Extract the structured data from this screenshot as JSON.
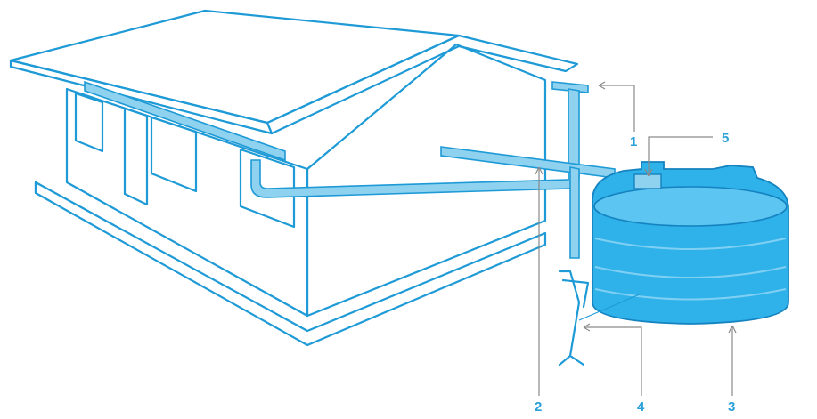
{
  "callouts": [
    {
      "id": "1",
      "label": "1"
    },
    {
      "id": "2",
      "label": "2"
    },
    {
      "id": "3",
      "label": "3"
    },
    {
      "id": "4",
      "label": "4"
    },
    {
      "id": "5",
      "label": "5"
    }
  ],
  "colors": {
    "line": "#1e9ad6",
    "tank": "#2fb1ea",
    "pipe": "#8fd2f0",
    "leader": "#8a8a8a",
    "number": "#2a9fd8"
  }
}
